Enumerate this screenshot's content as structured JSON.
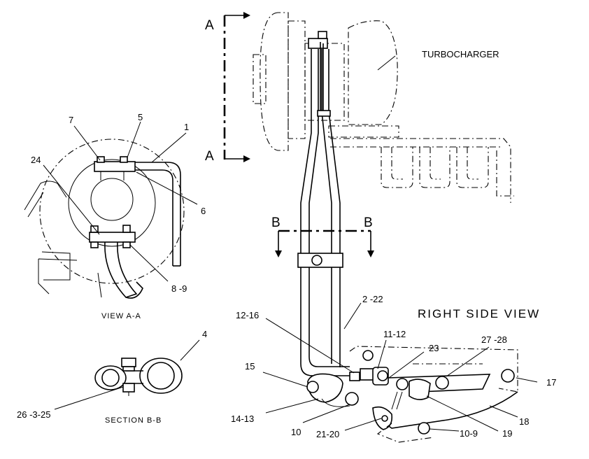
{
  "views": {
    "right_side": "RIGHT SIDE VIEW",
    "view_aa": "VIEW A-A",
    "section_bb": "SECTION B-B"
  },
  "section_marks": {
    "a_top": "A",
    "a_bottom": "A",
    "b_left": "B",
    "b_right": "B"
  },
  "component_labels": {
    "turbocharger": "TURBOCHARGER"
  },
  "callouts": {
    "c1": "1",
    "c4": "4",
    "c5": "5",
    "c6": "6",
    "c7": "7",
    "c8_9": "8 -9",
    "c24": "24",
    "c26_3_25": "26 -3-25",
    "c2_22": "2 -22",
    "c12_16": "12-16",
    "c11_12": "11-12",
    "c23": "23",
    "c27_28": "27 -28",
    "c15": "15",
    "c17": "17",
    "c14_13": "14-13",
    "c10": "10",
    "c21_20": "21-20",
    "c10_9": "10-9",
    "c19": "19",
    "c18": "18"
  }
}
